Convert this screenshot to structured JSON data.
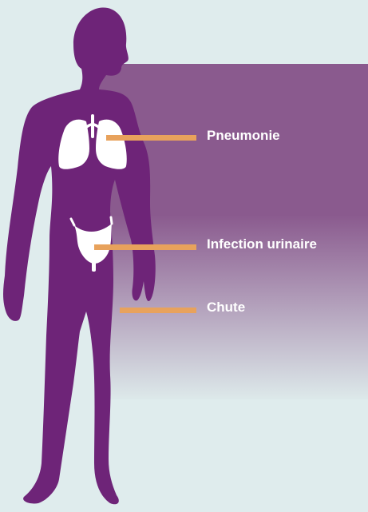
{
  "colors": {
    "background": "#dfeced",
    "panel_top": "#8a5a8e",
    "panel_bottom": "#dde9ea",
    "silhouette": "#6e2478",
    "organ": "#ffffff",
    "leader": "#e8a25c",
    "label_text": "#ffffff"
  },
  "icons": {
    "body": "human-silhouette-icon",
    "lungs": "lungs-icon",
    "bladder": "bladder-icon"
  },
  "labels": {
    "pneumonia": "Pneumonie",
    "urinary_infection": "Infection urinaire",
    "fall": "Chute"
  }
}
